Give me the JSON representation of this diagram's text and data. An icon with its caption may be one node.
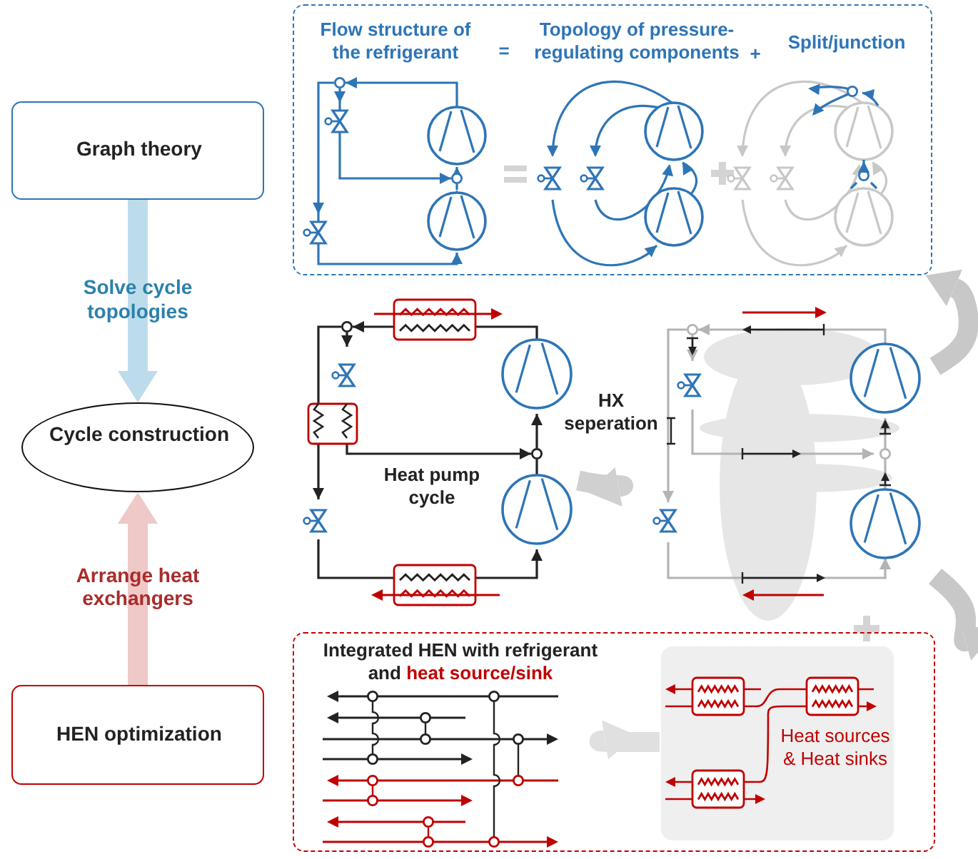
{
  "diagram": {
    "nodes": [
      {
        "text": [
          "Flow structure of the refrigerant",
          "=",
          "Topology of pressure-regulating components",
          "+",
          "Split/junction"
        ]
      },
      {
        "text": [
          "Graph theory"
        ]
      },
      {
        "text": [
          "Heat pump cycle"
        ]
      },
      {
        "text": [
          "Cycle construction"
        ]
      },
      {
        "text": [],
        "shape": "picture"
      },
      {
        "text": [
          "Integrated HEN with refrigerant and",
          "heat source/sink"
        ]
      },
      {
        "text": [],
        "shape": "picture",
        "in": 5
      },
      {
        "text": [
          "Heat sources & Heat sinks"
        ],
        "in": 5
      },
      {
        "text": [
          "HEN optimization"
        ]
      }
    ],
    "edges": [
      {
        "from": 1,
        "to": 3,
        "arrow": "to",
        "label": "Solve cycle topologies",
        "color": "#bcdcec"
      },
      {
        "from": 8,
        "to": 3,
        "arrow": "to",
        "label": "Arrange heat exchangers",
        "color": "#efc8c8"
      },
      {
        "from": 2,
        "to": 4,
        "arrow": "to",
        "color": "#d0d0d0"
      },
      {
        "from": 4,
        "to": 0,
        "arrow": "to",
        "color": "#c8c8c8"
      },
      {
        "from": 4,
        "to": 5,
        "arrow": "to",
        "color": "#c8c8c8"
      },
      {
        "from": 7,
        "to": 6,
        "arrow": "to",
        "color": "#e0e0e0"
      }
    ],
    "labels": [
      "HX seperation"
    ]
  }
}
